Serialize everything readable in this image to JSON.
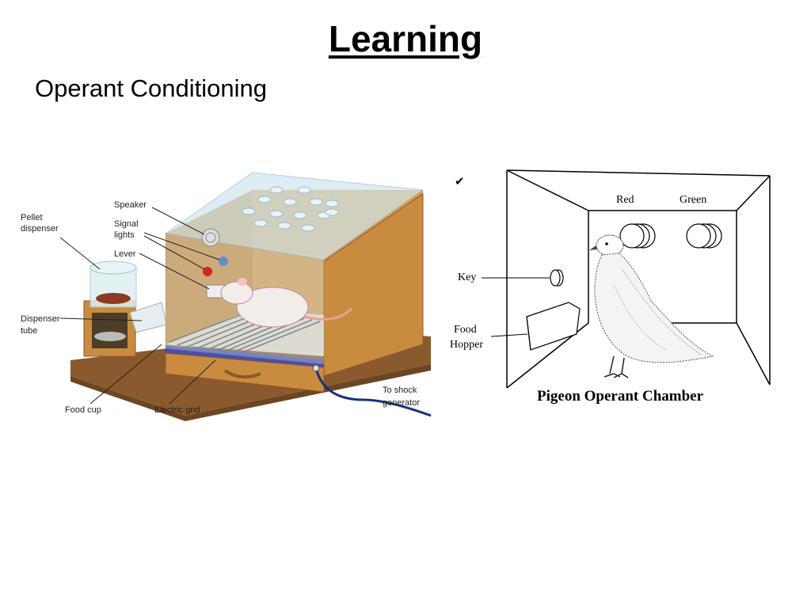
{
  "slide": {
    "title": "Learning",
    "subtitle": "Operant Conditioning"
  },
  "skinner_box": {
    "labels": {
      "speaker": "Speaker",
      "signal_lights_1": "Signal",
      "signal_lights_2": "lights",
      "lever": "Lever",
      "pellet_dispenser_1": "Pellet",
      "pellet_dispenser_2": "dispenser",
      "dispenser_tube_1": "Dispenser",
      "dispenser_tube_2": "tube",
      "food_cup": "Food cup",
      "electric_grid": "Electric grid",
      "shock_1": "To shock",
      "shock_2": "generator"
    }
  },
  "pigeon_chamber": {
    "check_mark": "✔",
    "labels": {
      "red": "Red",
      "green": "Green",
      "key": "Key",
      "food_hopper_1": "Food",
      "food_hopper_2": "Hopper"
    },
    "caption": "Pigeon Operant Chamber"
  },
  "colors": {
    "wood": "#c98c3f",
    "wood_dark": "#a86e2a",
    "base": "#8a5a2e",
    "glass": "#cfe6ee",
    "grid_blue": "#4b4fa6",
    "signal_red": "#d8241c",
    "signal_blue": "#5b8fd0",
    "rat": "#f2ede8",
    "wire": "#1c2f7a"
  }
}
